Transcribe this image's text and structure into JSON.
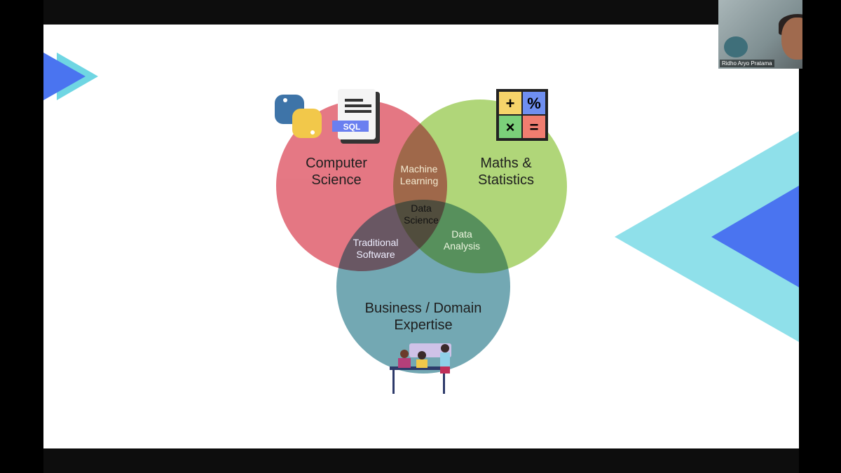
{
  "participant": {
    "name": "Ridho Aryo Pratama"
  },
  "venn": {
    "computer_science": "Computer\nScience",
    "maths": "Maths &\nStatistics",
    "business": "Business / Domain\nExpertise",
    "machine_learning": "Machine\nLearning",
    "data_science": "Data\nScience",
    "traditional_software": "Traditional\nSoftware",
    "data_analysis": "Data\nAnalysis",
    "sql_badge": "SQL",
    "math_symbols": [
      "+",
      "%",
      "×",
      "="
    ]
  },
  "colors": {
    "red": "#e26c78",
    "green": "#a8d26a",
    "teal": "#5f9ea8",
    "blue": "#4a74f0",
    "cyan": "#6fd6e3"
  }
}
